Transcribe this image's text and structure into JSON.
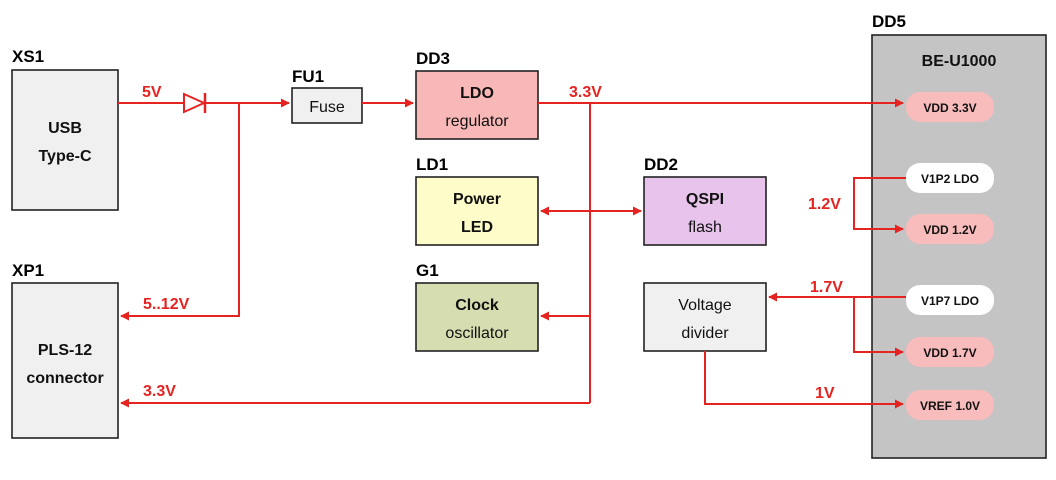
{
  "colors": {
    "wire": "#e52421",
    "usb_fill": "#f0f0f0",
    "fuse_fill": "#f0f0f0",
    "ldo_fill": "#f8b8b8",
    "led_fill": "#fefcc8",
    "qspi_fill": "#e8c4ec",
    "clock_fill": "#d6ddb0",
    "divider_fill": "#f0f0f0",
    "chip_fill": "#c4c4c4",
    "pin_fill": "#f8bcbc",
    "pin_white": "#ffffff"
  },
  "blocks": {
    "xs1": {
      "ref": "XS1",
      "line1": "USB",
      "line2": "Type-C"
    },
    "xp1": {
      "ref": "XP1",
      "line1": "PLS-12",
      "line2": "connector"
    },
    "fu1": {
      "ref": "FU1",
      "label": "Fuse"
    },
    "dd3": {
      "ref": "DD3",
      "line1": "LDO",
      "line2": "regulator"
    },
    "ld1": {
      "ref": "LD1",
      "line1": "Power",
      "line2": "LED"
    },
    "dd2": {
      "ref": "DD2",
      "line1": "QSPI",
      "line2": "flash"
    },
    "g1": {
      "ref": "G1",
      "line1": "Clock",
      "line2": "oscillator"
    },
    "divider": {
      "line1": "Voltage",
      "line2": "divider"
    },
    "dd5": {
      "ref": "DD5",
      "title": "BE-U1000",
      "pins": {
        "vdd33": "VDD 3.3V",
        "v1p2": "V1P2 LDO",
        "vdd12": "VDD 1.2V",
        "v1p7": "V1P7 LDO",
        "vdd17": "VDD 1.7V",
        "vref": "VREF 1.0V"
      }
    }
  },
  "nets": {
    "usb_5v": "5V",
    "ldo_out": "3.3V",
    "xp1_in": "5..12V",
    "xp1_out": "3.3V",
    "v12": "1.2V",
    "v17": "1.7V",
    "vref": "1V"
  }
}
